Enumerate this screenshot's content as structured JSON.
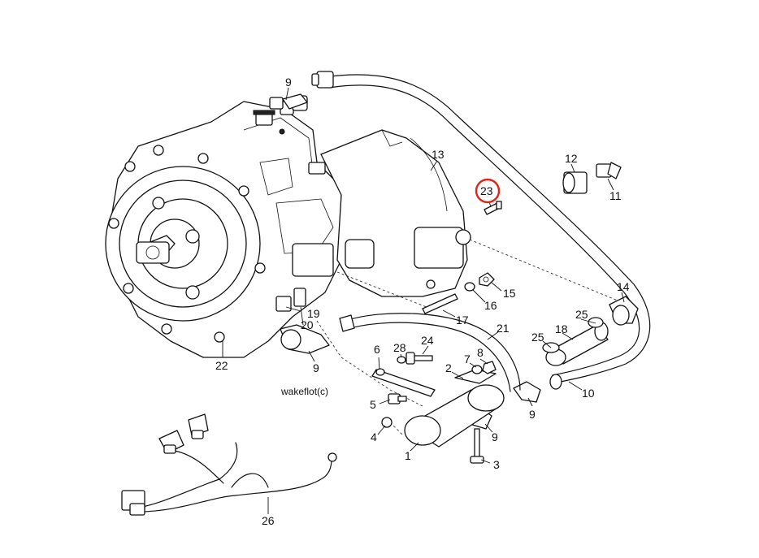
{
  "caption": "wakeflot(c)",
  "highlight_color": "#e0241b",
  "line_color": "#111111",
  "highlighted_part": "23",
  "callouts": [
    {
      "id": "c1",
      "label": "1"
    },
    {
      "id": "c2",
      "label": "2"
    },
    {
      "id": "c3",
      "label": "3"
    },
    {
      "id": "c4",
      "label": "4"
    },
    {
      "id": "c5",
      "label": "5"
    },
    {
      "id": "c6",
      "label": "6"
    },
    {
      "id": "c7",
      "label": "7"
    },
    {
      "id": "c8",
      "label": "8"
    },
    {
      "id": "c9a",
      "label": "9"
    },
    {
      "id": "c9b",
      "label": "9"
    },
    {
      "id": "c9c",
      "label": "9"
    },
    {
      "id": "c9d",
      "label": "9"
    },
    {
      "id": "c10",
      "label": "10"
    },
    {
      "id": "c11",
      "label": "11"
    },
    {
      "id": "c12",
      "label": "12"
    },
    {
      "id": "c13",
      "label": "13"
    },
    {
      "id": "c14",
      "label": "14"
    },
    {
      "id": "c15",
      "label": "15"
    },
    {
      "id": "c16",
      "label": "16"
    },
    {
      "id": "c17",
      "label": "17"
    },
    {
      "id": "c18",
      "label": "18"
    },
    {
      "id": "c19",
      "label": "19"
    },
    {
      "id": "c20",
      "label": "20"
    },
    {
      "id": "c21",
      "label": "21"
    },
    {
      "id": "c22",
      "label": "22"
    },
    {
      "id": "c23",
      "label": "23"
    },
    {
      "id": "c24",
      "label": "24"
    },
    {
      "id": "c25a",
      "label": "25"
    },
    {
      "id": "c25b",
      "label": "25"
    },
    {
      "id": "c26",
      "label": "26"
    },
    {
      "id": "c28",
      "label": "28"
    }
  ]
}
